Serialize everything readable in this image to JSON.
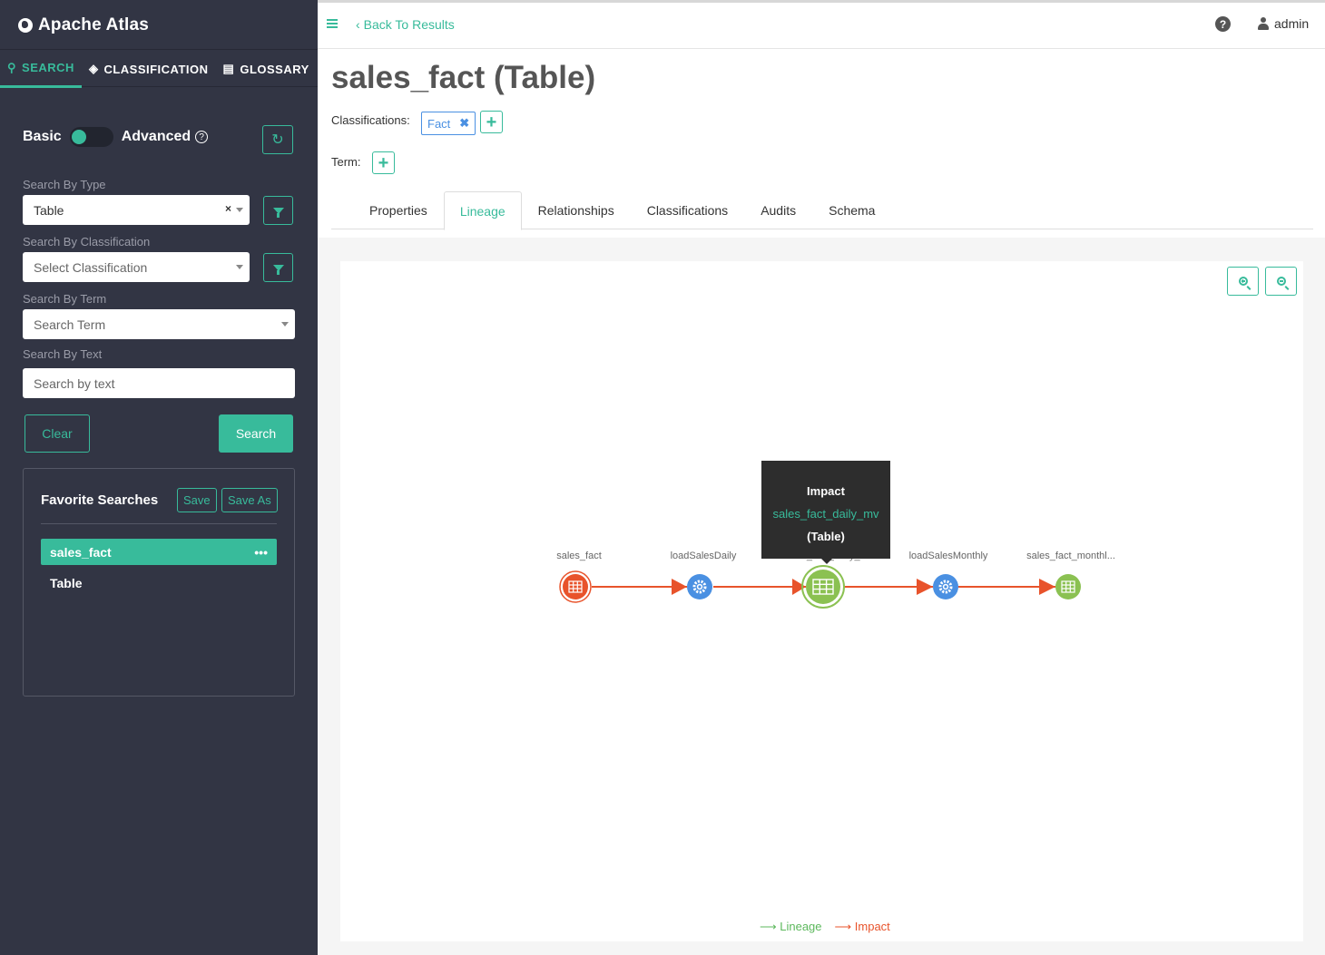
{
  "sidebar": {
    "brand": "Apache Atlas",
    "nav": [
      {
        "label": "SEARCH",
        "icon": "search-icon",
        "active": true
      },
      {
        "label": "CLASSIFICATION",
        "icon": "tags-icon",
        "active": false
      },
      {
        "label": "GLOSSARY",
        "icon": "folder-open-icon",
        "active": false
      }
    ],
    "toggle": {
      "basic": "Basic",
      "advanced": "Advanced",
      "state": "basic"
    },
    "search_by_type": {
      "label": "Search By Type",
      "value": "Table"
    },
    "search_by_classification": {
      "label": "Search By Classification",
      "placeholder": "Select Classification"
    },
    "search_by_term": {
      "label": "Search By Term",
      "placeholder": "Search Term"
    },
    "search_by_text": {
      "label": "Search By Text",
      "placeholder": "Search by text"
    },
    "clear_label": "Clear",
    "search_label": "Search",
    "favorites": {
      "title": "Favorite Searches",
      "save": "Save",
      "save_as": "Save As",
      "items": [
        {
          "name": "sales_fact",
          "type": "Table",
          "more": "•••"
        }
      ]
    }
  },
  "topbar": {
    "back_label": "Back To Results",
    "user": "admin"
  },
  "entity": {
    "title": "sales_fact (Table)",
    "classifications_label": "Classifications:",
    "classifications": [
      "Fact"
    ],
    "term_label": "Term:"
  },
  "tabs": [
    {
      "label": "Properties",
      "active": false
    },
    {
      "label": "Lineage",
      "active": true
    },
    {
      "label": "Relationships",
      "active": false
    },
    {
      "label": "Classifications",
      "active": false
    },
    {
      "label": "Audits",
      "active": false
    },
    {
      "label": "Schema",
      "active": false
    }
  ],
  "lineage": {
    "nodes": [
      {
        "label": "sales_fact",
        "kind": "table",
        "role": "current"
      },
      {
        "label": "loadSalesDaily",
        "kind": "process",
        "role": "process"
      },
      {
        "label": "sales_fact_daily_...",
        "kind": "table",
        "role": "impact-selected"
      },
      {
        "label": "loadSalesMonthly",
        "kind": "process",
        "role": "process"
      },
      {
        "label": "sales_fact_monthl...",
        "kind": "table",
        "role": "impact"
      }
    ],
    "tooltip": {
      "title": "Impact",
      "name": "sales_fact_daily_mv",
      "type": "(Table)"
    },
    "legend": {
      "lineage": "Lineage",
      "impact": "Impact"
    },
    "colors": {
      "accent": "#38bb9b",
      "impact": "#e8532b",
      "lineage": "#5cb85c",
      "process": "#4a90e2",
      "table_green": "#8bc152"
    }
  }
}
